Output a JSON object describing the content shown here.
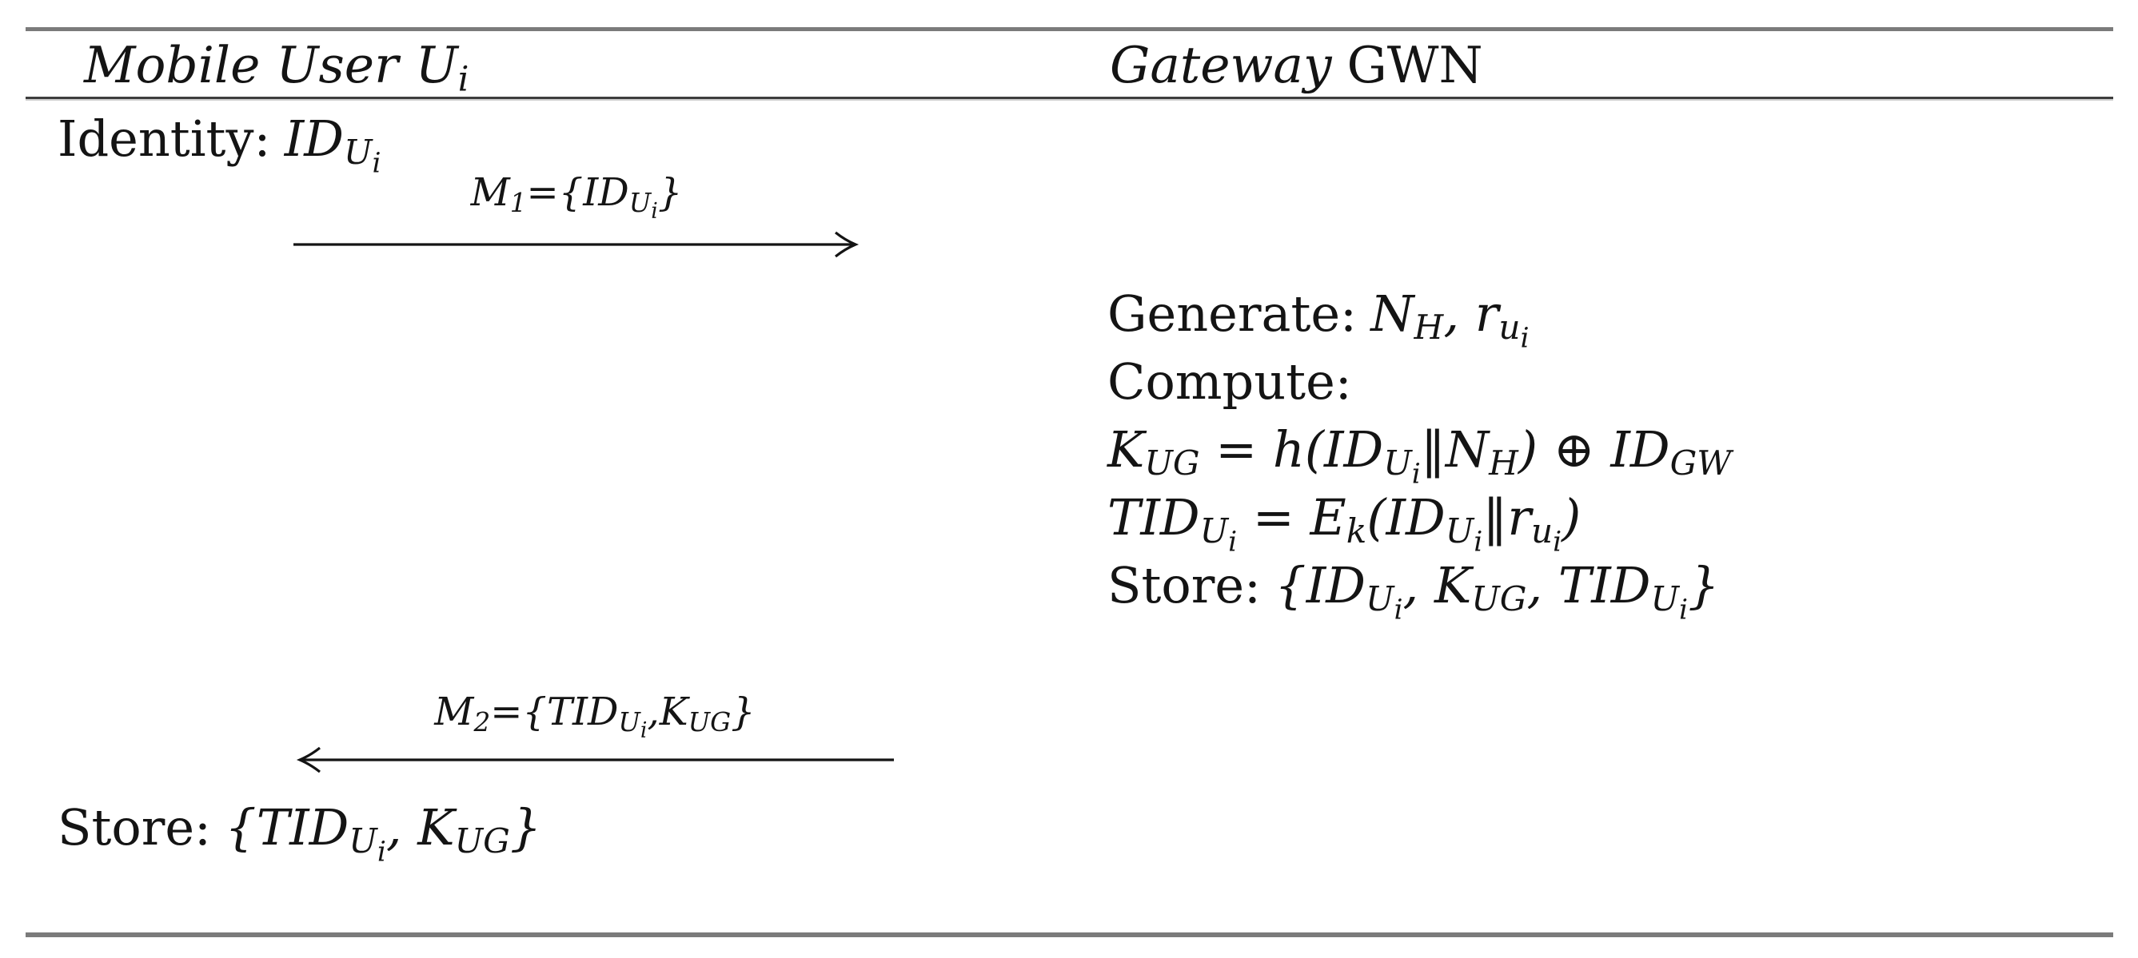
{
  "colors": {
    "text": "#141414",
    "rule-gray": "#7b7b7b",
    "rule-dark": "#3d3d3d",
    "background": "#ffffff"
  },
  "header": {
    "left_party": "Mobile User",
    "left_symbol": "U_{i}",
    "right_party": "Gateway",
    "right_symbol": "GWN"
  },
  "user_column": {
    "identity": {
      "label": "Identity:",
      "math": "ID_{U_{i}}"
    },
    "store": {
      "label": "Store:",
      "math": "{TID_{U_{i}}, K_{UG}}"
    }
  },
  "gateway_column": {
    "lines": [
      {
        "label": "Generate:",
        "math": "N_{H}, r_{u_{i}}"
      },
      {
        "label": "Compute:",
        "math": ""
      },
      {
        "label": "",
        "math": "K_{UG} = h(ID_{U_{i}}‖N_{H}) ⊕ ID_{GW}"
      },
      {
        "label": "",
        "math": "TID_{U_{i}} = E_{k}(ID_{U_{i}}‖r_{u_{i}})"
      },
      {
        "label": "Store:",
        "math": "{ID_{U_{i}}, K_{UG}, TID_{U_{i}}}"
      }
    ]
  },
  "messages": [
    {
      "direction": "right",
      "label": "M_{1}={ID_{U_{i}}}"
    },
    {
      "direction": "left",
      "label": "M_{2}={TID_{U_{i}},K_{UG}}"
    }
  ]
}
